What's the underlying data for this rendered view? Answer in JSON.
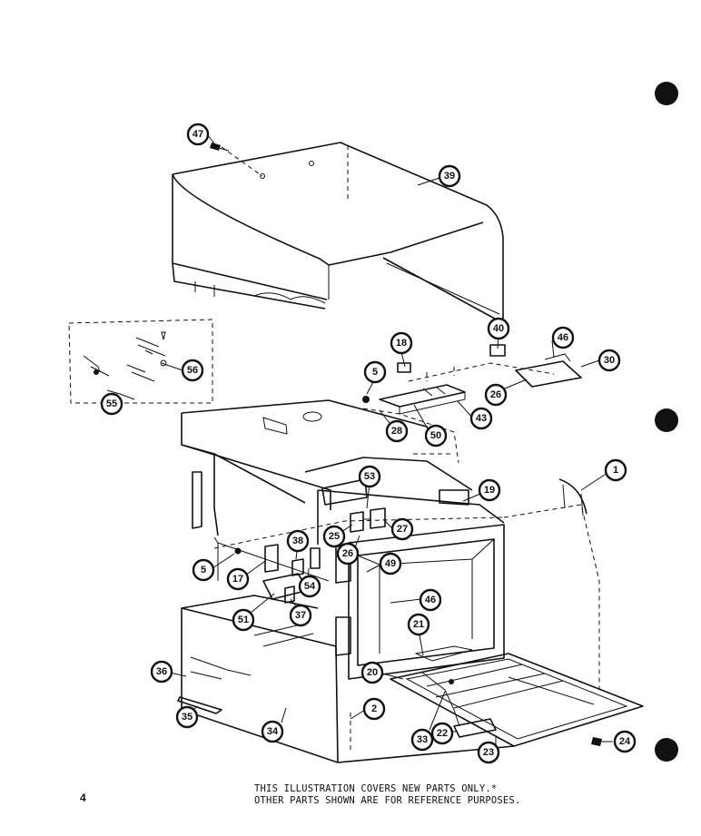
{
  "page_number": "4",
  "caption": {
    "line1": "THIS ILLUSTRATION COVERS NEW PARTS ONLY.*",
    "line2": "OTHER PARTS SHOWN ARE FOR REFERENCE PURPOSES."
  },
  "callouts": [
    {
      "id": "47",
      "label": "47"
    },
    {
      "id": "39a",
      "label": "39"
    },
    {
      "id": "56",
      "label": "56"
    },
    {
      "id": "55",
      "label": "55"
    },
    {
      "id": "18",
      "label": "18"
    },
    {
      "id": "40",
      "label": "40"
    },
    {
      "id": "46a",
      "label": "46"
    },
    {
      "id": "30",
      "label": "30"
    },
    {
      "id": "5a",
      "label": "5"
    },
    {
      "id": "28",
      "label": "28"
    },
    {
      "id": "26a",
      "label": "26"
    },
    {
      "id": "50",
      "label": "50"
    },
    {
      "id": "43",
      "label": "43"
    },
    {
      "id": "1",
      "label": "1"
    },
    {
      "id": "53",
      "label": "53"
    },
    {
      "id": "19",
      "label": "19"
    },
    {
      "id": "27",
      "label": "27"
    },
    {
      "id": "25",
      "label": "25"
    },
    {
      "id": "26b",
      "label": "26"
    },
    {
      "id": "38",
      "label": "38"
    },
    {
      "id": "5b",
      "label": "5"
    },
    {
      "id": "17",
      "label": "17"
    },
    {
      "id": "54",
      "label": "54"
    },
    {
      "id": "49",
      "label": "49"
    },
    {
      "id": "46b",
      "label": "46"
    },
    {
      "id": "51",
      "label": "51"
    },
    {
      "id": "37",
      "label": "37"
    },
    {
      "id": "21",
      "label": "21"
    },
    {
      "id": "36",
      "label": "36"
    },
    {
      "id": "20",
      "label": "20"
    },
    {
      "id": "2",
      "label": "2"
    },
    {
      "id": "35",
      "label": "35"
    },
    {
      "id": "34",
      "label": "34"
    },
    {
      "id": "33",
      "label": "33"
    },
    {
      "id": "22",
      "label": "22"
    },
    {
      "id": "23",
      "label": "23"
    },
    {
      "id": "24",
      "label": "24"
    }
  ]
}
